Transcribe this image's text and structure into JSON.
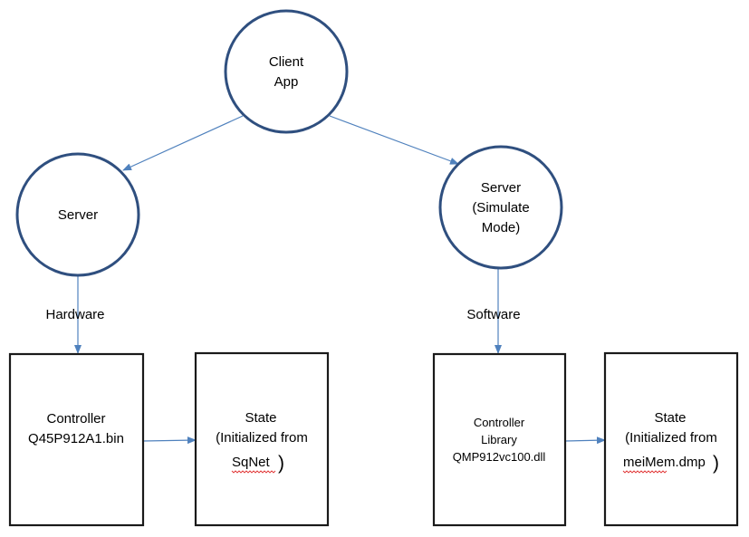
{
  "nodes": {
    "client_app": {
      "line1": "Client",
      "line2": "App"
    },
    "server_hw": {
      "label": "Server"
    },
    "server_sim": {
      "line1": "Server",
      "line2": "(Simulate",
      "line3": "Mode)"
    },
    "controller_hw": {
      "line1": "Controller",
      "line2": "Q45P912A1.bin"
    },
    "state_hw": {
      "line1": "State",
      "line2": "(Initialized  from",
      "line3": "SqNet",
      "close_paren": ")"
    },
    "controller_sw": {
      "line1": "Controller",
      "line2": "Library",
      "line3": "QMP912vc100.dll"
    },
    "state_sw": {
      "line1": "State",
      "line2": "(Initialized  from",
      "line3": "meiMem.dmp",
      "close_paren": ")"
    }
  },
  "edge_labels": {
    "hardware": "Hardware",
    "software": "Software"
  },
  "colors": {
    "circle_stroke": "#2f4f7f",
    "box_stroke": "#1a1a1a",
    "arrow": "#4f81bd",
    "spellcheck_underline": "#e03030"
  }
}
